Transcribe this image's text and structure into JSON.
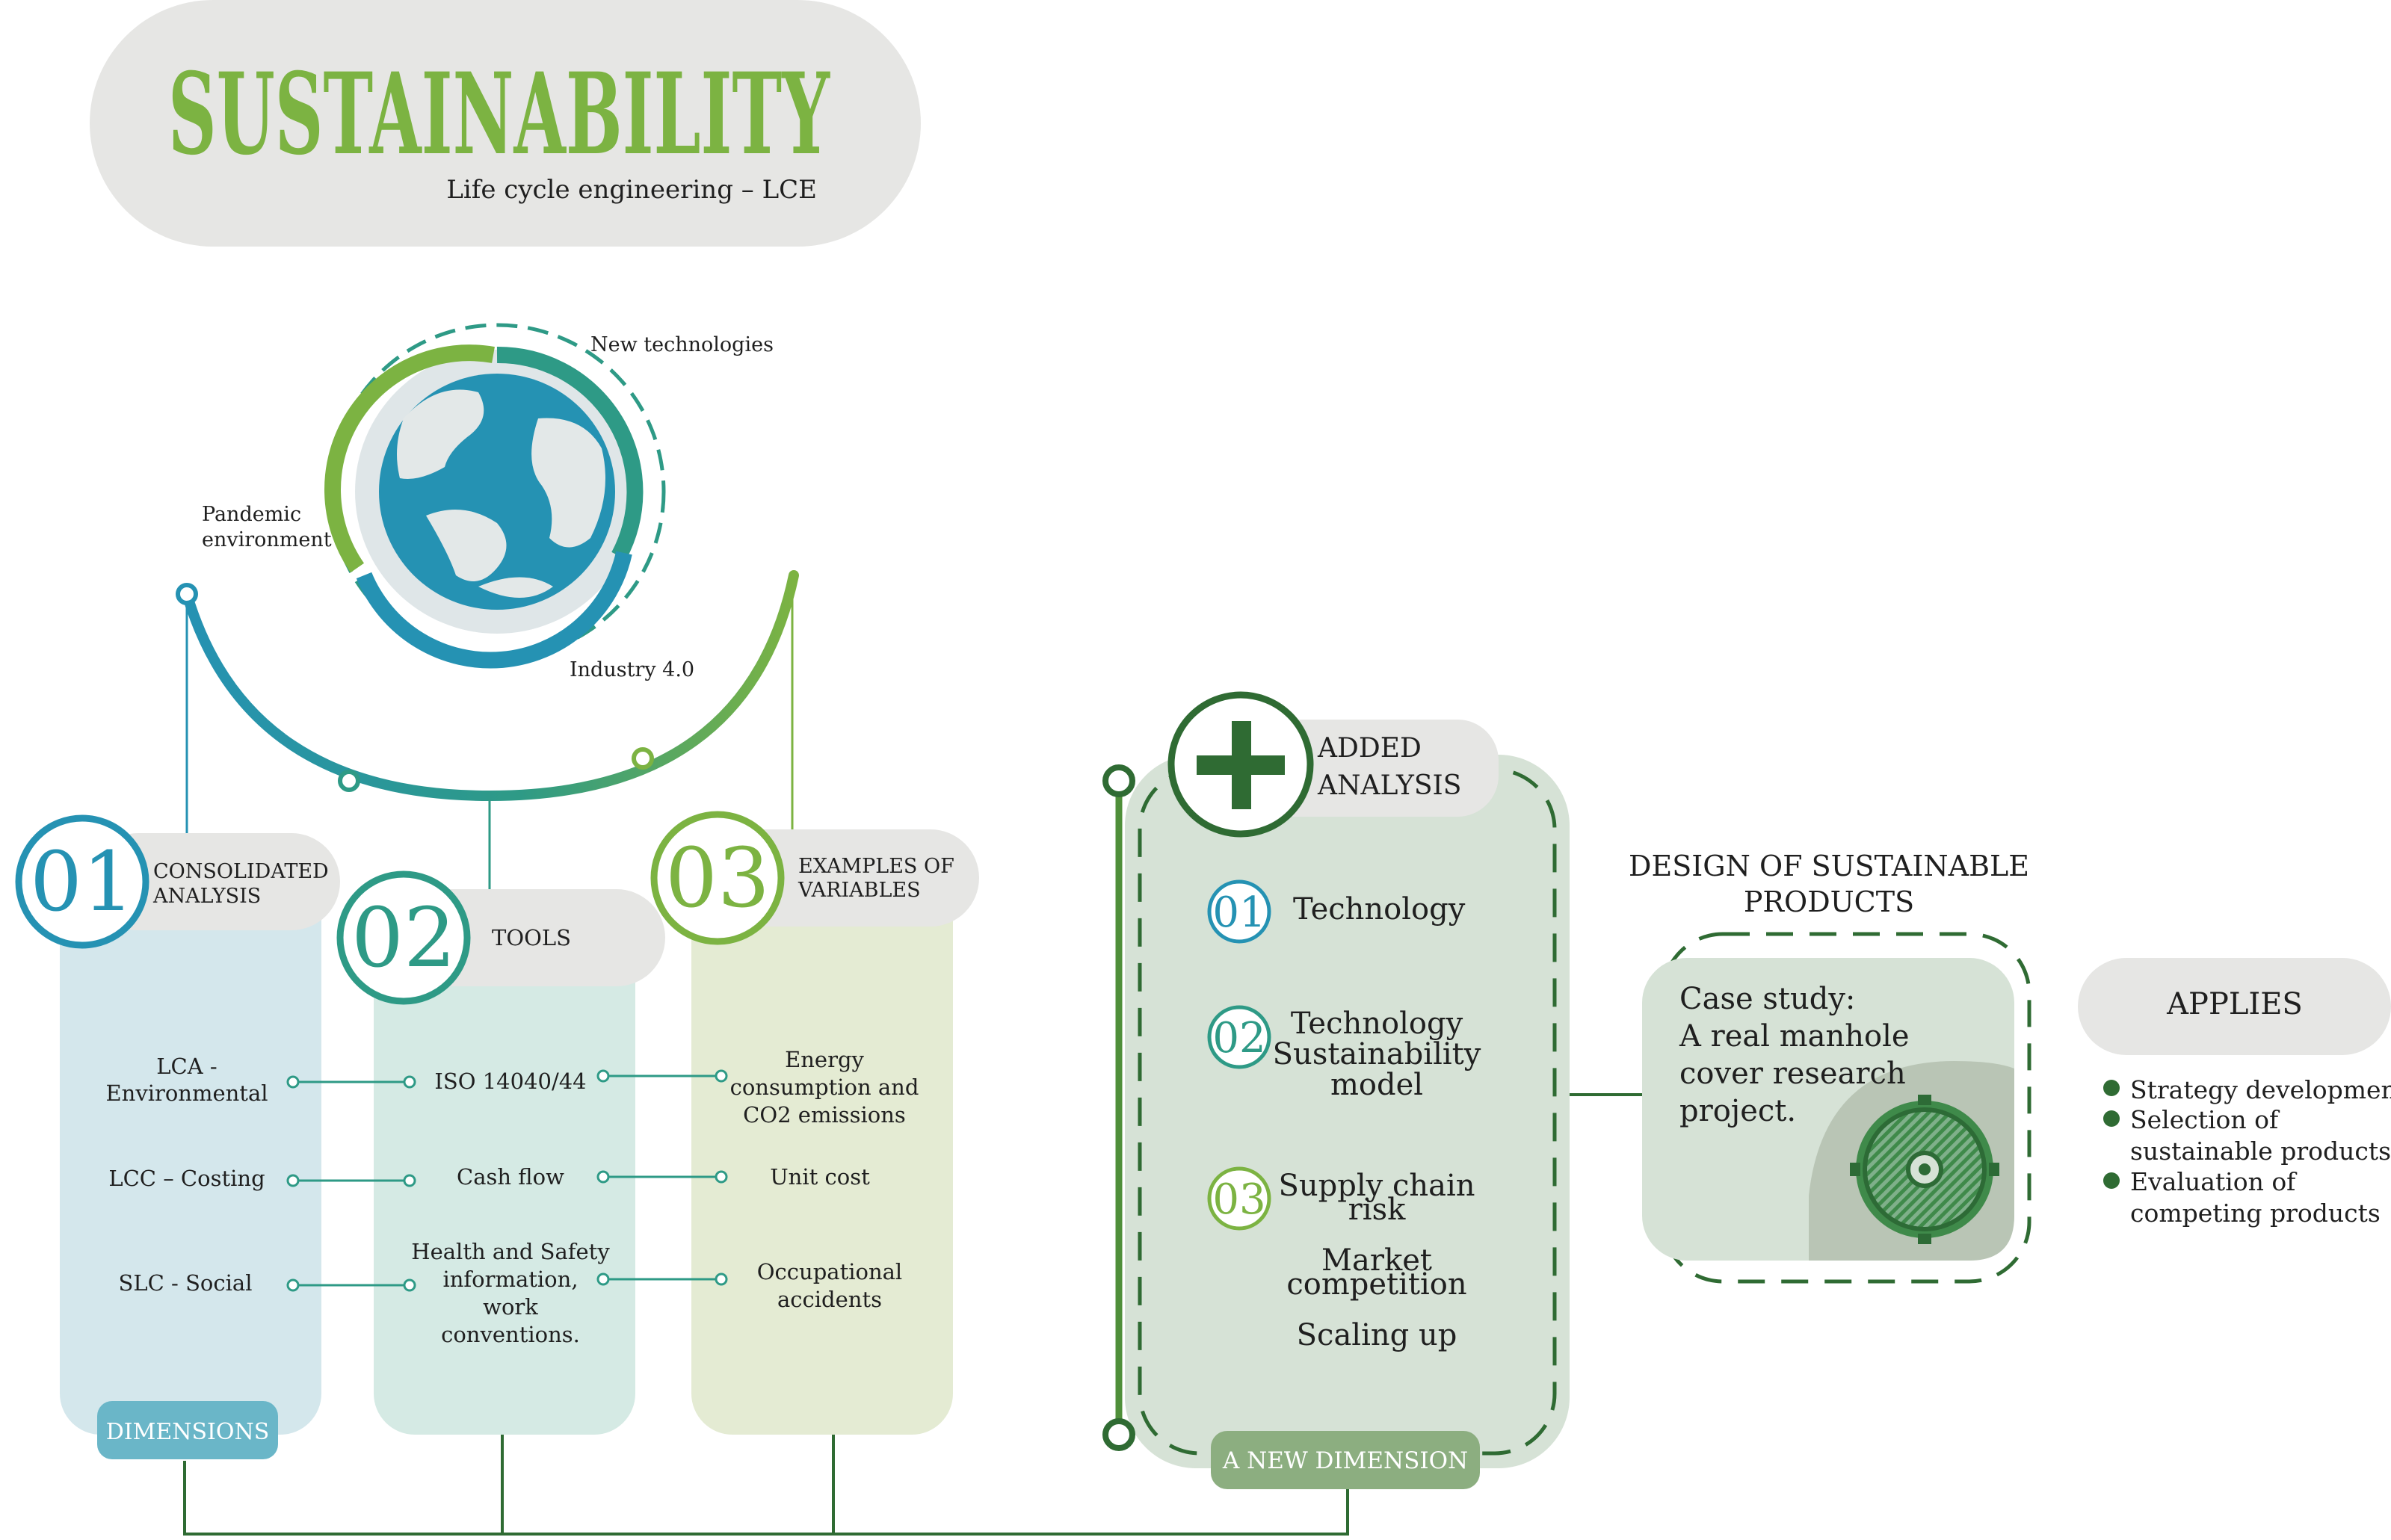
{
  "header": {
    "title": "SUSTAINABILITY",
    "subtitle": "Life cycle engineering – LCE"
  },
  "globe": {
    "label_new_tech": "New technologies",
    "label_pandemic_1": "Pandemic",
    "label_pandemic_2": "environment",
    "label_industry": "Industry 4.0"
  },
  "columns": [
    {
      "number": "01",
      "title_1": "CONSOLIDATED",
      "title_2": "ANALYSIS",
      "footer": "DIMENSIONS",
      "rows": [
        {
          "lines": [
            "LCA -",
            "Environmental"
          ]
        },
        {
          "lines": [
            "LCC – Costing"
          ]
        },
        {
          "lines": [
            "SLC - Social"
          ]
        }
      ]
    },
    {
      "number": "02",
      "title_1": "TOOLS",
      "title_2": "",
      "rows": [
        {
          "lines": [
            "ISO 14040/44"
          ]
        },
        {
          "lines": [
            "Cash flow"
          ]
        },
        {
          "lines": [
            "Health and Safety",
            "information,",
            "work",
            "conventions."
          ]
        }
      ]
    },
    {
      "number": "03",
      "title_1": "EXAMPLES OF",
      "title_2": "VARIABLES",
      "rows": [
        {
          "lines": [
            "Energy",
            "consumption and",
            "CO2 emissions"
          ]
        },
        {
          "lines": [
            "Unit cost"
          ]
        },
        {
          "lines": [
            "Occupational",
            "accidents"
          ]
        }
      ]
    }
  ],
  "added": {
    "title_1": "ADDED",
    "title_2": "ANALYSIS",
    "footer": "A NEW DIMENSION",
    "items": [
      {
        "number": "01",
        "lines": [
          "Technology"
        ]
      },
      {
        "number": "02",
        "lines": [
          "Technology",
          "Sustainability",
          "model"
        ]
      },
      {
        "number": "03",
        "lines": [
          "Supply chain",
          "risk"
        ]
      }
    ],
    "extra": [
      {
        "lines": [
          "Market",
          "competition"
        ]
      },
      {
        "lines": [
          "Scaling up"
        ]
      }
    ]
  },
  "design": {
    "title_1": "DESIGN OF SUSTAINABLE",
    "title_2": "PRODUCTS",
    "case_lines": [
      "Case study:",
      "A real manhole",
      "cover research",
      "project."
    ],
    "manhole_icon": "manhole-cover-icon"
  },
  "applies": {
    "title": "APPLIES",
    "items": [
      {
        "lines": [
          "Strategy development"
        ]
      },
      {
        "lines": [
          "Selection of",
          "sustainable products"
        ]
      },
      {
        "lines": [
          "Evaluation of",
          "competing products"
        ]
      }
    ]
  },
  "colors": {
    "green": "#7cb342",
    "teal": "#2e9a86",
    "blue": "#2592b3",
    "dark_green": "#2f6b33",
    "grey_pill": "#e6e6e4"
  }
}
